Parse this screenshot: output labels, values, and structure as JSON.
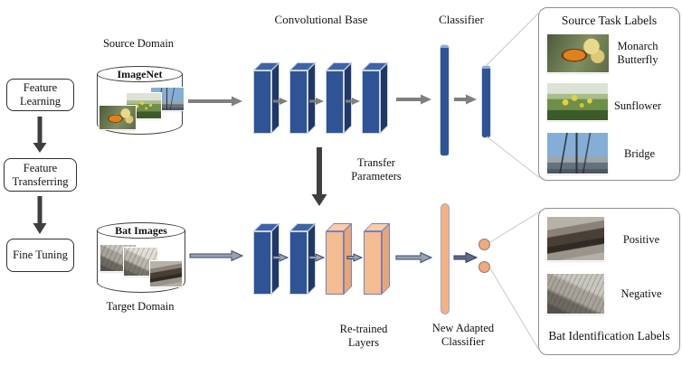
{
  "diagram": {
    "workflow": {
      "steps": [
        "Feature Learning",
        "Feature Transferring",
        "Fine Tuning"
      ]
    },
    "source": {
      "domain_label": "Source Domain",
      "dataset_label": "ImageNet"
    },
    "target": {
      "domain_label": "Target Domain",
      "dataset_label": "Bat Images"
    },
    "labels": {
      "conv_base": "Convolutional Base",
      "classifier": "Classifier",
      "transfer": "Transfer Parameters",
      "retrained": "Re-trained Layers",
      "new_classifier": "New Adapted Classifier"
    },
    "source_panel": {
      "title": "Source Task Labels",
      "items": [
        "Monarch Butterfly",
        "Sunflower",
        "Bridge"
      ]
    },
    "target_panel": {
      "title": "Bat Identification Labels",
      "items": [
        "Positive",
        "Negative"
      ]
    },
    "icons": {
      "flow_arrow": "arrow-right-icon",
      "transfer_arrow": "arrow-down-icon",
      "database": "database-cylinder-icon",
      "photos": [
        "monarch-butterfly-photo",
        "sunflower-photo",
        "bridge-photo",
        "bat-positive-photo",
        "bat-negative-photo"
      ]
    },
    "colors": {
      "conv_blue": "#2F5496",
      "conv_blue_side": "#203864",
      "retrained_orange": "#F4B183",
      "arrow_gray": "#7F7F7F",
      "arrow_dark": "#3F3F3F"
    }
  }
}
